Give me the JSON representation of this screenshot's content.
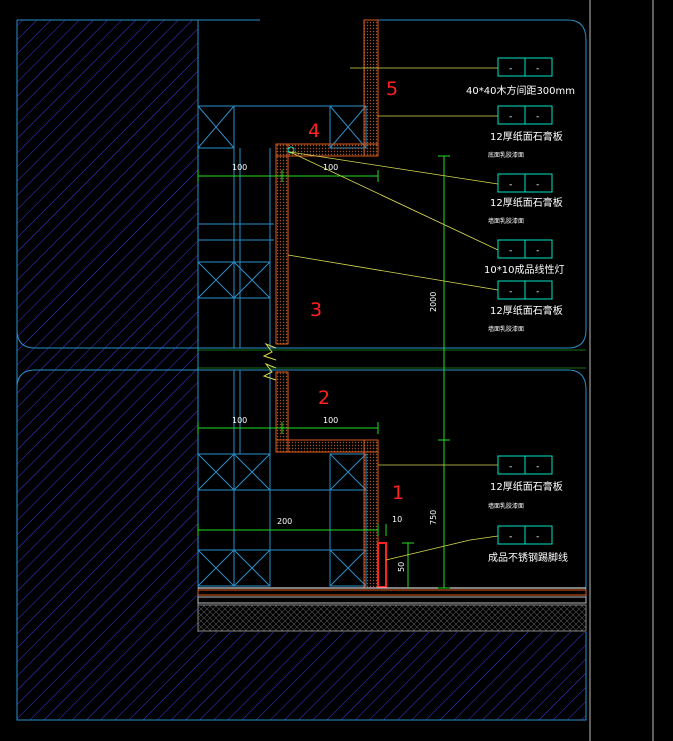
{
  "title": "",
  "colors": {
    "background": "#000000",
    "wall_outline": "#2a8fc7",
    "hatch": "#3a3adf",
    "board": "#e05a1a",
    "fill_dots": "#a0522d",
    "dimension": "#22dd22",
    "leader": "#d8d850",
    "number_label": "#ff2020",
    "tag_box": "#00e5c8"
  },
  "numbers": [
    "1",
    "2",
    "3",
    "4",
    "5"
  ],
  "dimensions": {
    "d100_top_left": "100",
    "d100_top_right": "100",
    "d100_mid_left": "100",
    "d100_mid_right": "100",
    "d200": "200",
    "d10": "10",
    "d2000": "2000",
    "d750": "750",
    "d50": "50"
  },
  "callouts": [
    {
      "box": [
        "-",
        "-"
      ],
      "text": "40*40木方间距300mm",
      "sub": ""
    },
    {
      "box": [
        "-",
        "-"
      ],
      "text": "12厚纸面石膏板",
      "sub": "底面乳胶漆面"
    },
    {
      "box": [
        "-",
        "-"
      ],
      "text": "12厚纸面石膏板",
      "sub": "墙面乳胶漆面"
    },
    {
      "box": [
        "-",
        "-"
      ],
      "text": "10*10成品线性灯",
      "sub": ""
    },
    {
      "box": [
        "-",
        "-"
      ],
      "text": "12厚纸面石膏板",
      "sub": "墙面乳胶漆面"
    },
    {
      "box": [
        "-",
        "-"
      ],
      "text": "12厚纸面石膏板",
      "sub": "墙面乳胶漆面"
    },
    {
      "box": [
        "-",
        "-"
      ],
      "text": "成品不锈钢踢脚线",
      "sub": ""
    }
  ]
}
